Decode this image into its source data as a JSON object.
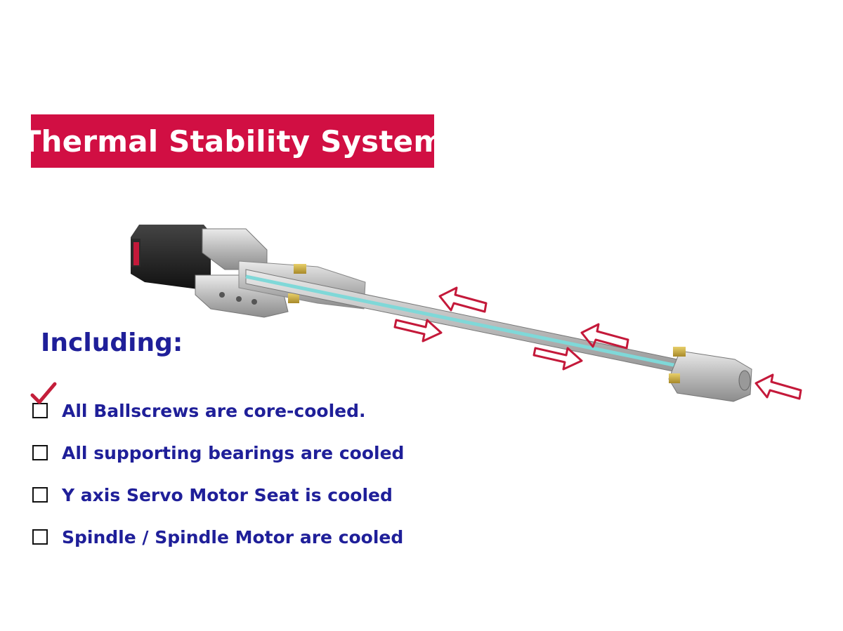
{
  "title": "Thermal Stability System",
  "subtitle": "Including:",
  "items": [
    {
      "label": "All Ballscrews are core-cooled.",
      "checked": true
    },
    {
      "label": "All supporting bearings are cooled",
      "checked": false
    },
    {
      "label": "Y axis Servo Motor Seat is cooled",
      "checked": false
    },
    {
      "label": "Spindle / Spindle Motor are cooled",
      "checked": false
    }
  ],
  "colors": {
    "banner": "#d10f43",
    "text_blue": "#1f1f99",
    "arrow": "#c4193a",
    "check": "#c41e3a",
    "coolant": "#7fd8d8"
  },
  "icons": {
    "arrow_icon": "hollow-arrow",
    "check_icon": "checkmark-icon",
    "box_icon": "checkbox-icon"
  }
}
